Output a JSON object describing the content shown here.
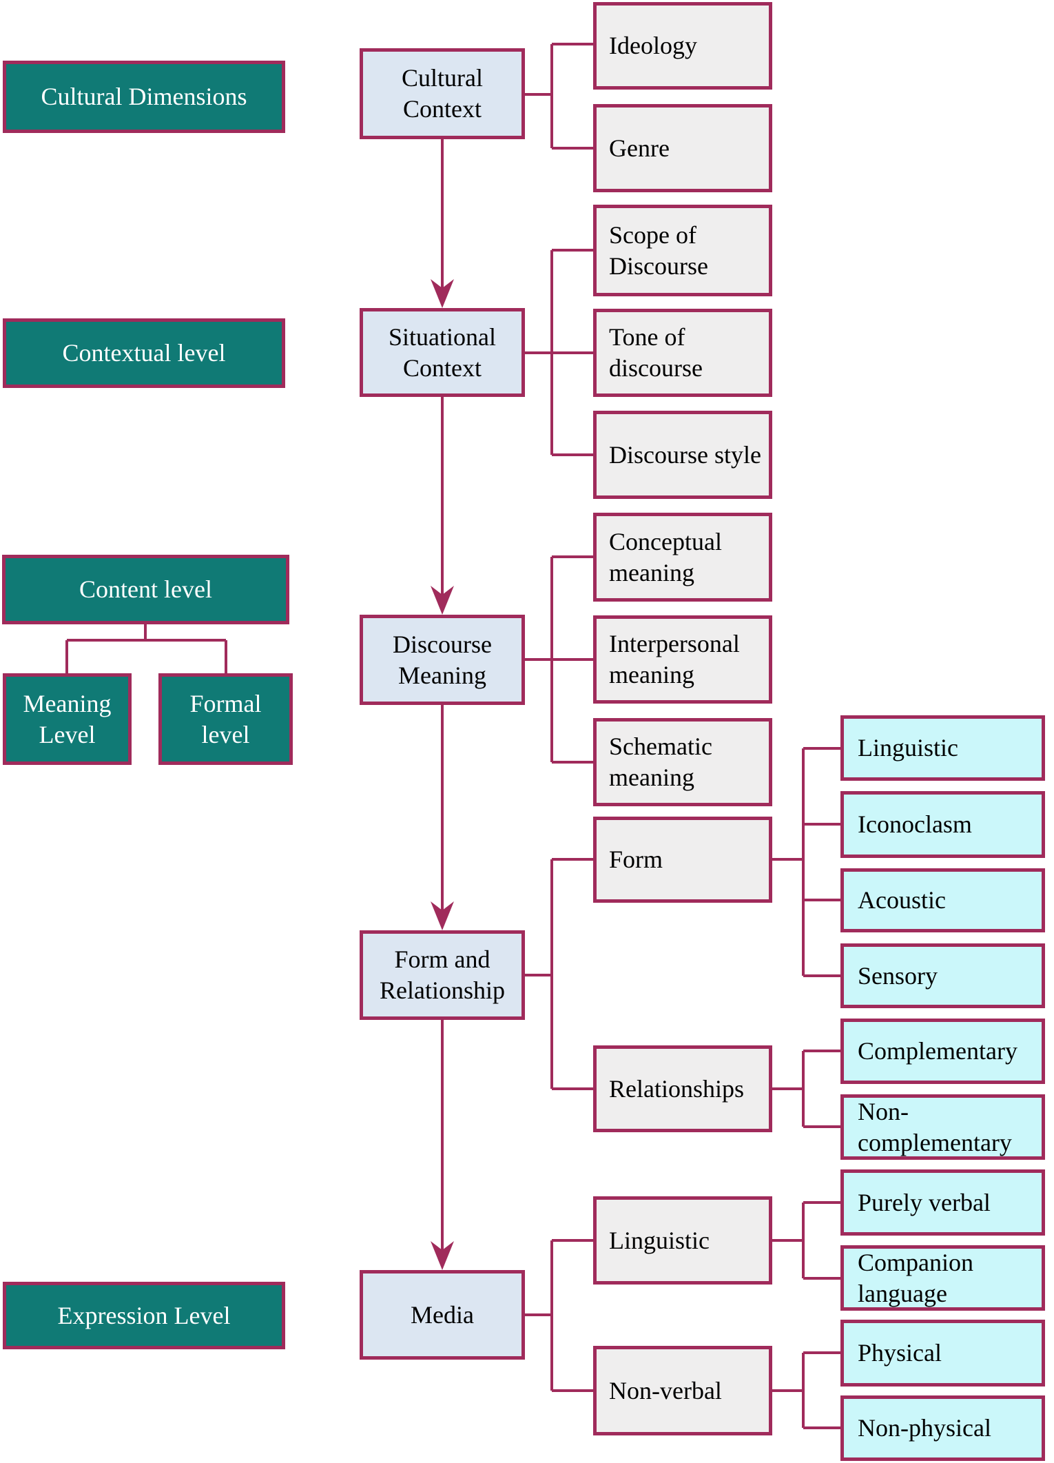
{
  "colors": {
    "teal": "#107A75",
    "line": "#A02B5B",
    "blue": "#DCE6F2",
    "gray": "#EFEEEE",
    "cyan": "#CBF7FA"
  },
  "left_labels": {
    "cultural_dimensions": "Cultural Dimensions",
    "contextual_level": "Contextual level",
    "content_level": "Content level",
    "meaning_level": "Meaning Level",
    "formal_level": "Formal level",
    "expression_level": "Expression Level"
  },
  "main_chain": {
    "cultural_context": "Cultural Context",
    "situational_context": "Situational Context",
    "discourse_meaning": "Discourse Meaning",
    "form_and_relationship": "Form and Relationship",
    "media": "Media"
  },
  "branches": {
    "ideology": "Ideology",
    "genre": "Genre",
    "scope_of_discourse": "Scope of Discourse",
    "tone_of_discourse": "Tone of discourse",
    "discourse_style": "Discourse style",
    "conceptual_meaning": "Conceptual meaning",
    "interpersonal_meaning": "Interpersonal meaning",
    "schematic_meaning": "Schematic meaning",
    "form": "Form",
    "relationships": "Relationships",
    "linguistic": "Linguistic",
    "non_verbal": "Non-verbal"
  },
  "leaves": {
    "linguistic": "Linguistic",
    "iconoclasm": "Iconoclasm",
    "acoustic": "Acoustic",
    "sensory": "Sensory",
    "complementary": "Complementary",
    "non_complementary": "Non-complementary",
    "purely_verbal": "Purely verbal",
    "companion_language": "Companion language",
    "physical": "Physical",
    "non_physical": "Non-physical"
  }
}
